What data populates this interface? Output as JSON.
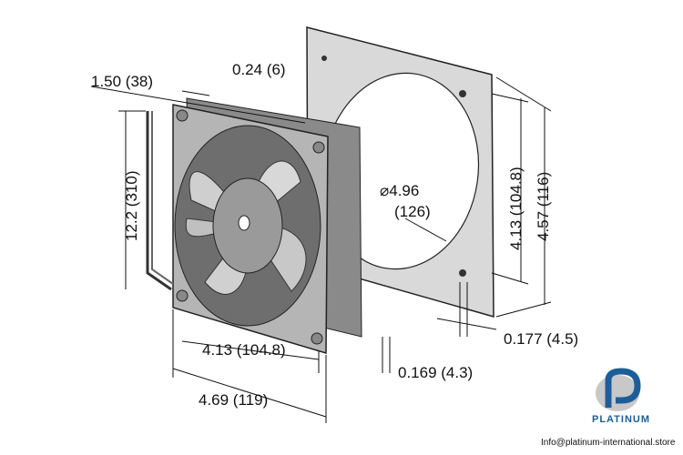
{
  "dimensions": {
    "depth": "1.50 (38)",
    "flange": "0.24 (6)",
    "lead_length": "12.2 (310)",
    "diameter": "⌀4.96",
    "diameter_mm": "(126)",
    "hole_spacing_vertical": "4.13 (104.8)",
    "height": "4.57 (116)",
    "hole_diameter_gasket": "0.177 (4.5)",
    "hole_diameter_fan": "0.169 (4.3)",
    "hole_spacing_horizontal": "4.13 (104.8)",
    "width": "4.69 (119)"
  },
  "logo": {
    "name": "PLATINUM",
    "colors": {
      "blue": "#1c5e9a",
      "gray": "#c8c8c8"
    }
  },
  "contact": {
    "email": "Info@platinum-international.store"
  }
}
